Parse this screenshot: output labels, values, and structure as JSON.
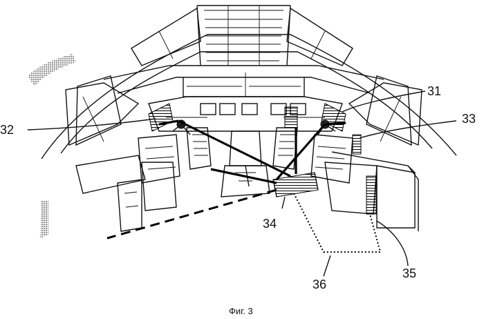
{
  "labels": {
    "l31": "31",
    "l32": "32",
    "l33": "33",
    "l34": "34",
    "l35": "35",
    "l36": "36"
  },
  "caption": "Фиг. 3",
  "colors": {
    "ink": "#111111",
    "background": "#ffffff"
  }
}
